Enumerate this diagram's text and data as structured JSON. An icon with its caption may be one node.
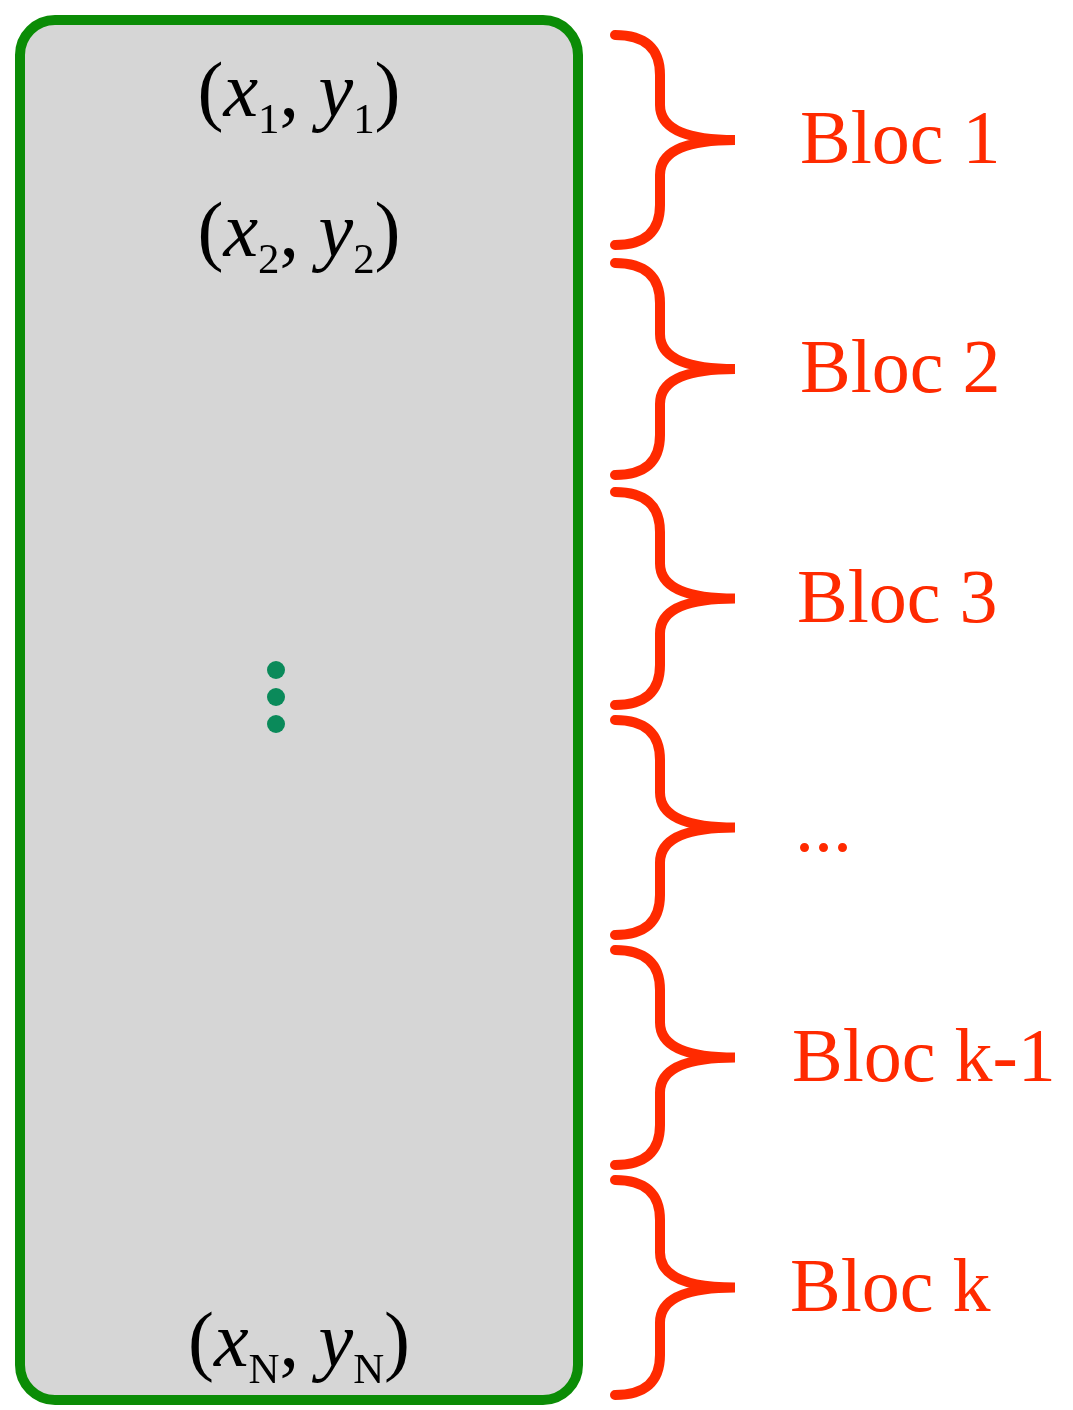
{
  "diagram": {
    "nodes": [
      {
        "text": [
          "(*x*$_{1}$, *y*$_{1}$)",
          "(*x*$_{2}$, *y*$_{2}$)",
          "(*x*$_{N}$, *y*$_{N}$)"
        ]
      }
    ],
    "labels": [
      "Bloc 1",
      "Bloc 2",
      "Bloc 3",
      "...",
      "Bloc k-1",
      "Bloc k"
    ]
  }
}
